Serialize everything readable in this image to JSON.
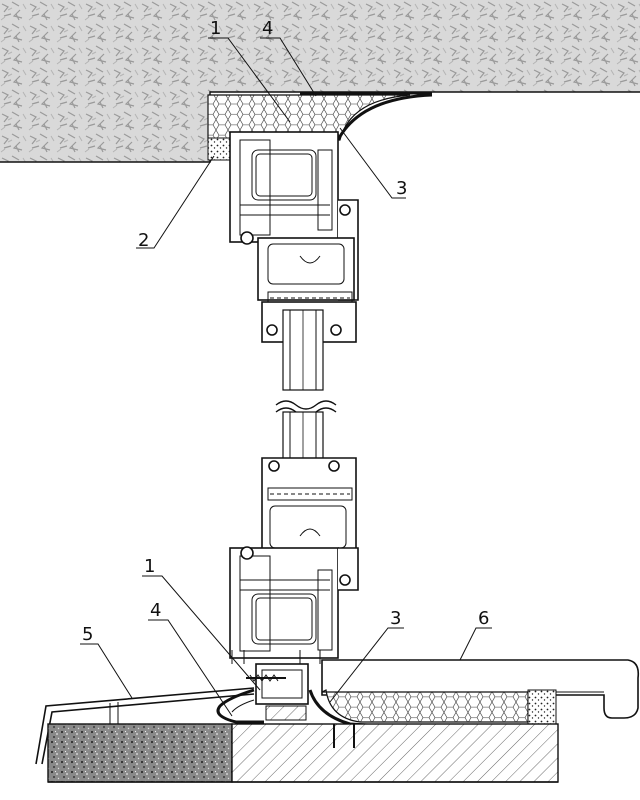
{
  "callouts": {
    "top_1": "1",
    "top_4": "4",
    "top_3": "3",
    "top_2": "2",
    "bottom_1": "1",
    "bottom_4": "4",
    "bottom_5": "5",
    "bottom_3": "3",
    "bottom_6": "6"
  },
  "colors": {
    "line": "#111111",
    "wall_texture": "#9a9a9a",
    "concrete": "#555555",
    "background": "#ffffff"
  }
}
